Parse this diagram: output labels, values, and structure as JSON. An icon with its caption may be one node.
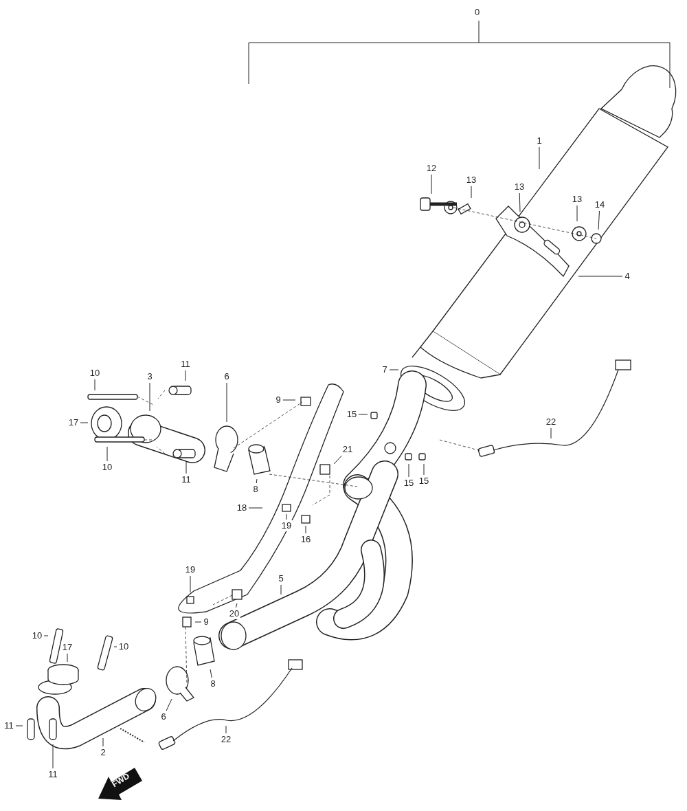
{
  "diagram": {
    "nodes": [
      {
        "text": [
          "1"
        ]
      },
      {
        "text": [
          "12"
        ]
      },
      {
        "text": [
          "13"
        ]
      },
      {
        "text": [
          "13"
        ]
      },
      {
        "text": [
          "13"
        ]
      },
      {
        "text": [
          "14"
        ]
      },
      {
        "text": [
          "4"
        ]
      },
      {
        "text": [
          "11"
        ]
      },
      {
        "text": [
          "7"
        ]
      },
      {
        "text": [
          "10"
        ]
      },
      {
        "text": [
          "3"
        ]
      },
      {
        "text": [
          "6"
        ]
      },
      {
        "text": [
          "9"
        ]
      },
      {
        "text": [
          "15"
        ]
      },
      {
        "text": [
          "22"
        ]
      },
      {
        "text": [
          "17"
        ]
      },
      {
        "text": [
          "21"
        ]
      },
      {
        "text": [
          "10"
        ]
      },
      {
        "text": [
          "15"
        ]
      },
      {
        "text": [
          "15"
        ]
      },
      {
        "text": [
          "11"
        ]
      },
      {
        "text": [
          "8"
        ]
      },
      {
        "text": [
          "18"
        ]
      },
      {
        "text": [
          "19"
        ]
      },
      {
        "text": [
          "16"
        ]
      },
      {
        "text": [
          "19"
        ]
      },
      {
        "text": [
          "5"
        ]
      },
      {
        "text": [
          "20"
        ]
      },
      {
        "text": [
          "9"
        ]
      },
      {
        "text": [
          "10"
        ]
      },
      {
        "text": [
          "10"
        ]
      },
      {
        "text": [
          "17"
        ]
      },
      {
        "text": [
          "8"
        ]
      },
      {
        "text": [
          "6"
        ]
      },
      {
        "text": [
          "11"
        ]
      },
      {
        "text": [
          "22"
        ]
      },
      {
        "text": [
          "2"
        ]
      },
      {
        "text": [
          "11"
        ]
      }
    ],
    "edges": [
      {
        "from": 0,
        "to": null,
        "arrow": "none"
      },
      {
        "from": 1,
        "to": null,
        "arrow": "none"
      },
      {
        "from": 2,
        "to": null,
        "arrow": "none"
      },
      {
        "from": 3,
        "to": null,
        "arrow": "none"
      },
      {
        "from": 4,
        "to": null,
        "arrow": "none"
      },
      {
        "from": 5,
        "to": null,
        "arrow": "none"
      },
      {
        "from": 6,
        "to": null,
        "arrow": "none"
      },
      {
        "from": 7,
        "to": null,
        "arrow": "none"
      },
      {
        "from": 8,
        "to": null,
        "arrow": "none"
      },
      {
        "from": 9,
        "to": null,
        "arrow": "none"
      },
      {
        "from": 10,
        "to": null,
        "arrow": "none"
      },
      {
        "from": 11,
        "to": null,
        "arrow": "none"
      },
      {
        "from": 12,
        "to": null,
        "arrow": "none"
      },
      {
        "from": 13,
        "to": null,
        "arrow": "none"
      },
      {
        "from": 14,
        "to": null,
        "arrow": "none"
      },
      {
        "from": 15,
        "to": null,
        "arrow": "none"
      },
      {
        "from": 16,
        "to": null,
        "arrow": "none"
      },
      {
        "from": 17,
        "to": null,
        "arrow": "none"
      },
      {
        "from": 18,
        "to": null,
        "arrow": "none"
      },
      {
        "from": 19,
        "to": null,
        "arrow": "none"
      },
      {
        "from": 20,
        "to": null,
        "arrow": "none"
      },
      {
        "from": 21,
        "to": null,
        "arrow": "none"
      },
      {
        "from": 22,
        "to": null,
        "arrow": "none"
      },
      {
        "from": 23,
        "to": null,
        "arrow": "none"
      },
      {
        "from": 24,
        "to": null,
        "arrow": "none"
      },
      {
        "from": 25,
        "to": null,
        "arrow": "none"
      },
      {
        "from": 26,
        "to": null,
        "arrow": "none"
      },
      {
        "from": 27,
        "to": null,
        "arrow": "none"
      },
      {
        "from": 28,
        "to": null,
        "arrow": "none"
      },
      {
        "from": 29,
        "to": null,
        "arrow": "none"
      },
      {
        "from": 30,
        "to": null,
        "arrow": "none"
      },
      {
        "from": 31,
        "to": null,
        "arrow": "none"
      },
      {
        "from": 32,
        "to": null,
        "arrow": "none"
      },
      {
        "from": 33,
        "to": null,
        "arrow": "none"
      },
      {
        "from": 34,
        "to": null,
        "arrow": "none"
      },
      {
        "from": 35,
        "to": null,
        "arrow": "none"
      },
      {
        "from": 36,
        "to": null,
        "arrow": "none"
      },
      {
        "from": 37,
        "to": null,
        "arrow": "none"
      }
    ],
    "labels": [
      "0",
      "FWD"
    ]
  }
}
